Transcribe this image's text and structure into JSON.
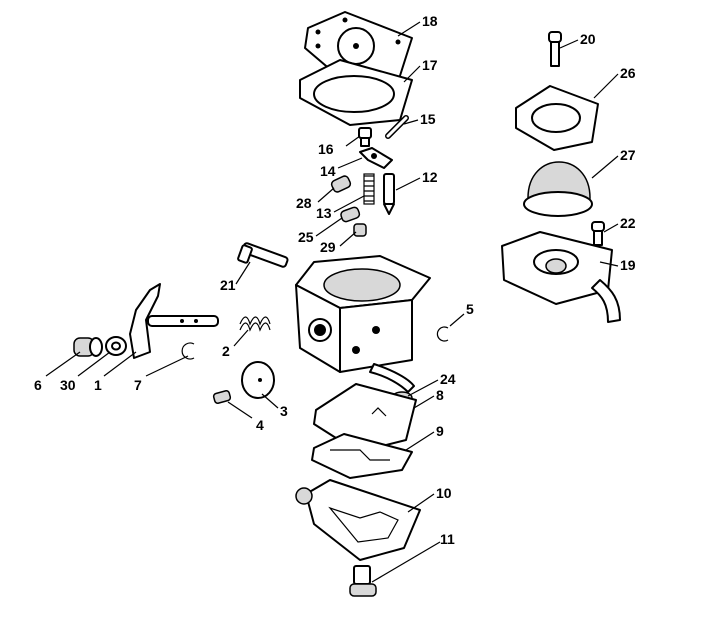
{
  "callouts": [
    "18",
    "17",
    "16",
    "15",
    "14",
    "12",
    "28",
    "13",
    "25",
    "29",
    "21",
    "2",
    "6",
    "30",
    "1",
    "7",
    "4",
    "3",
    "24",
    "8",
    "9",
    "10",
    "11",
    "5",
    "20",
    "26",
    "27",
    "22",
    "19"
  ]
}
